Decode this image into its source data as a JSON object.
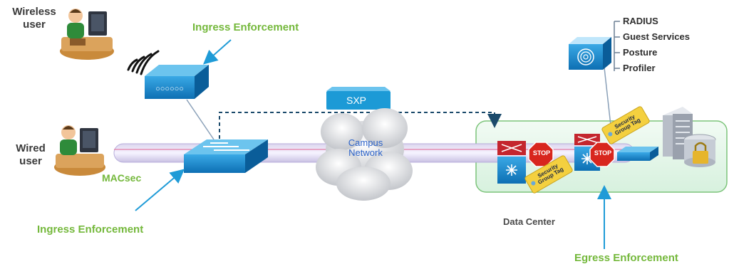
{
  "users": {
    "wireless": "Wireless\nuser",
    "wired": "Wired\nuser"
  },
  "labels": {
    "ingress_top": "Ingress Enforcement",
    "ingress_bottom": "Ingress Enforcement",
    "egress": "Egress Enforcement",
    "macsec": "MACsec",
    "sxp": "SXP",
    "campus": "Campus\nNetwork",
    "data_center": "Data Center",
    "stop": "STOP",
    "sgt": "Security\nGroup Tag"
  },
  "services": [
    "RADIUS",
    "Guest Services",
    "Posture",
    "Profiler"
  ],
  "colors": {
    "green_text": "#74b83b",
    "arrow_blue": "#1f9bd7",
    "device_blue": "#1a8bd0",
    "sxp_box": "#1c9ad6",
    "stop_red": "#d8261e",
    "tag_yellow": "#f4d03f",
    "dc_fill": "#e8f7ec",
    "dc_border": "#7cc47a"
  },
  "icons": [
    "wireless-user-icon",
    "wired-user-icon",
    "wifi-signal-icon",
    "access-point-icon",
    "switch-icon",
    "cloud-icon",
    "firewall-icon",
    "stop-sign-icon",
    "server-icon",
    "database-lock-icon",
    "ise-fingerprint-icon"
  ]
}
